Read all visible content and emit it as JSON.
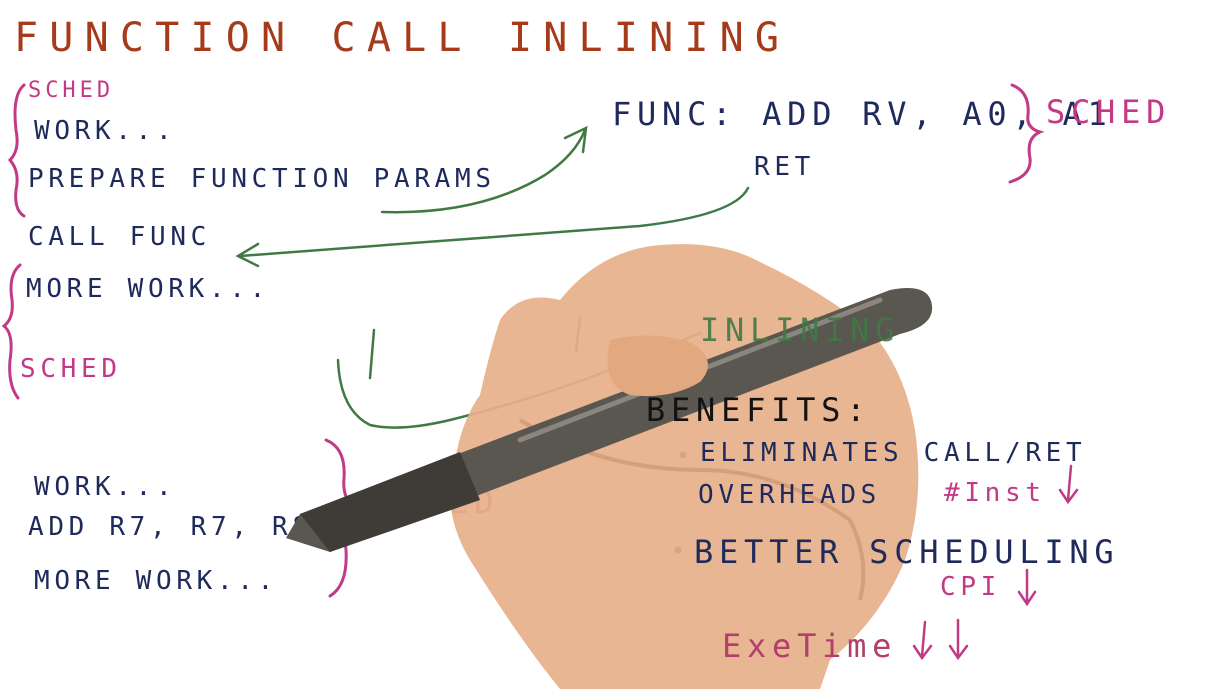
{
  "title": "FUNCTION CALL INLINING",
  "caller": {
    "sched_top": "SCHED",
    "work": "WORK...",
    "prepare": "PREPARE FUNCTION PARAMS",
    "call": "CALL FUNC",
    "more_work": "MORE WORK...",
    "sched_bottom": "SCHED"
  },
  "callee": {
    "func_line": "FUNC: ADD RV, A0, A1",
    "ret": "RET",
    "sched": "SCHED"
  },
  "inlined": {
    "work": "WORK...",
    "add": "ADD R7, R7, R8",
    "more_work": "MORE WORK...",
    "sched": "SCHED"
  },
  "inlining_label": "INLINING",
  "benefits": {
    "heading": "BENEFITS:",
    "item1_line1": "ELIMINATES CALL/RET",
    "item1_line2": "OVERHEADS",
    "item1_note": "#Inst",
    "item2": "BETTER SCHEDULING",
    "item2_note": "CPI",
    "exec_time": "ExeTime"
  },
  "colors": {
    "navy": "#1f2a5c",
    "rust": "#a63a1a",
    "pink": "#c23a86",
    "green": "#3f7a45",
    "skin": "#e6b08a",
    "pen": "#5a5650"
  },
  "icons": {
    "down_arrow": "down-arrow-icon",
    "bullet": "bullet-dot-icon"
  }
}
